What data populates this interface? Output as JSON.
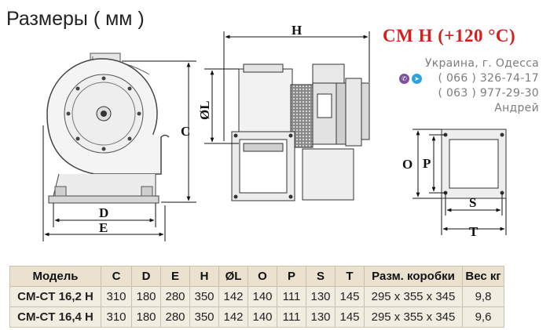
{
  "title": "Размеры ( мм )",
  "brand": "CM H (+120 °C)",
  "contact": {
    "country_city": "Украина, г. Одесса",
    "phone1": "( 066 ) 326-74-17",
    "phone2": "( 063 ) 977-29-30",
    "name": "Андрей"
  },
  "icons": [
    "viber-icon",
    "telegram-icon"
  ],
  "dimension_labels": {
    "C": "C",
    "D": "D",
    "E": "E",
    "H": "H",
    "L": "ØL",
    "O": "O",
    "P": "P",
    "S": "S",
    "T": "T"
  },
  "table": {
    "headers": [
      "Модель",
      "C",
      "D",
      "E",
      "H",
      "ØL",
      "O",
      "P",
      "S",
      "T",
      "Разм. коробки",
      "Вес кг"
    ],
    "rows": [
      [
        "CM-CT 16,2 H",
        "310",
        "180",
        "280",
        "350",
        "142",
        "140",
        "111",
        "130",
        "145",
        "295 x 355 x 345",
        "9,8"
      ],
      [
        "CM-CT 16,4 H",
        "310",
        "180",
        "280",
        "350",
        "142",
        "140",
        "111",
        "130",
        "145",
        "295 x 355 x 345",
        "9,6"
      ]
    ]
  },
  "colors": {
    "brand": "#d41f1f",
    "contact": "#7d7d7d",
    "header_bg": "#eae2cf",
    "cell_bg": "#f2ede1",
    "border": "#c9c0ae"
  }
}
